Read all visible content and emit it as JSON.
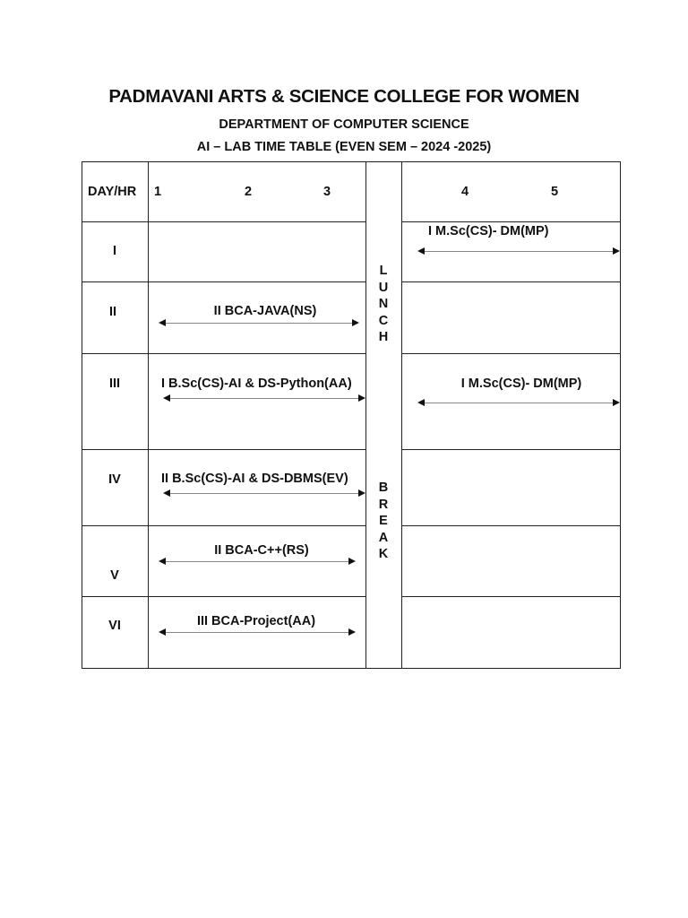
{
  "header": {
    "college": "PADMAVANI ARTS & SCIENCE COLLEGE FOR WOMEN",
    "department": "DEPARTMENT OF COMPUTER SCIENCE",
    "title": "AI – LAB TIME TABLE (EVEN SEM – 2024 -2025)"
  },
  "table": {
    "corner": "DAY/HR",
    "hours": [
      "1",
      "2",
      "3",
      "4",
      "5"
    ],
    "lunch_break": {
      "lunch": [
        "L",
        "U",
        "N",
        "C",
        "H"
      ],
      "break": [
        "B",
        "R",
        "E",
        "A",
        "K"
      ]
    },
    "days": [
      {
        "day": "I",
        "morning": "",
        "afternoon": "I M.Sc(CS)- DM(MP)"
      },
      {
        "day": "II",
        "morning": "II BCA-JAVA(NS)",
        "afternoon": ""
      },
      {
        "day": "III",
        "morning": "I B.Sc(CS)-AI & DS-Python(AA)",
        "afternoon": "I M.Sc(CS)- DM(MP)"
      },
      {
        "day": "IV",
        "morning": "II B.Sc(CS)-AI & DS-DBMS(EV)",
        "afternoon": ""
      },
      {
        "day": "V",
        "morning": "II BCA-C++(RS)",
        "afternoon": ""
      },
      {
        "day": "VI",
        "morning": "III BCA-Project(AA)",
        "afternoon": ""
      }
    ]
  }
}
